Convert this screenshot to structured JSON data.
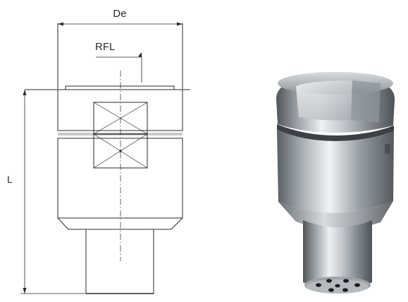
{
  "drawing": {
    "labels": {
      "diameter": "De",
      "reference": "RFL",
      "length": "L"
    },
    "line_color": "#2a2a2a",
    "dim_color": "#4a4a4a"
  },
  "photo": {
    "subject": "steel nozzle",
    "colors": {
      "steel_light": "#e6e9eb",
      "steel_mid": "#a9aeb2",
      "steel_dark": "#5c6166",
      "hole": "#1a1c1e"
    }
  }
}
